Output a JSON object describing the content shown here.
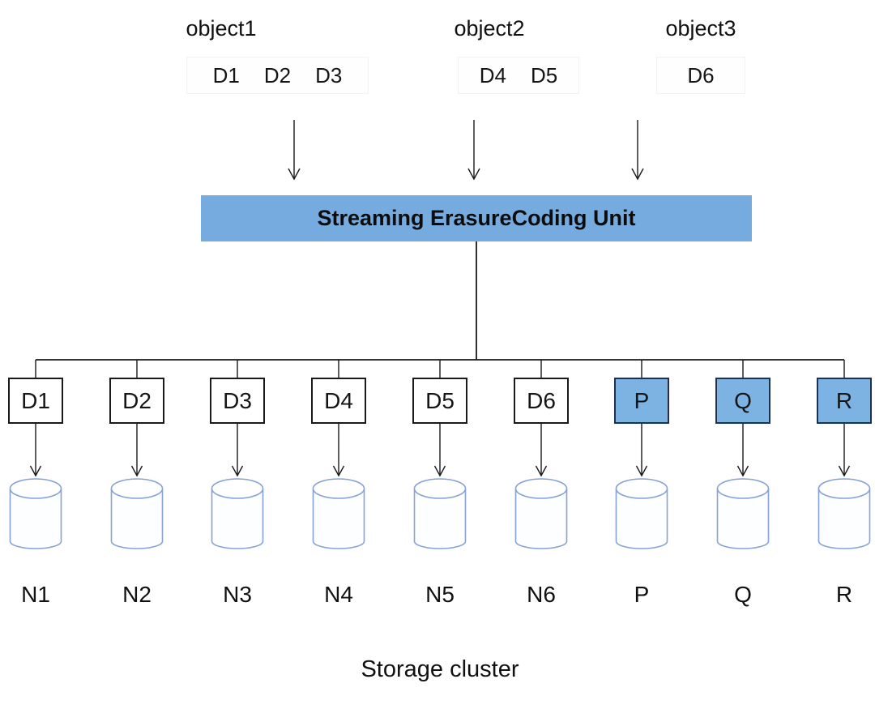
{
  "objects": [
    {
      "label": "object1",
      "chunks": [
        "D1",
        "D2",
        "D3"
      ]
    },
    {
      "label": "object2",
      "chunks": [
        "D4",
        "D5"
      ]
    },
    {
      "label": "object3",
      "chunks": [
        "D6"
      ]
    }
  ],
  "encoder": {
    "label": "Streaming ErasureCoding Unit"
  },
  "storage": {
    "caption": "Storage cluster",
    "columns": [
      {
        "chunk": "D1",
        "node": "N1",
        "type": "data"
      },
      {
        "chunk": "D2",
        "node": "N2",
        "type": "data"
      },
      {
        "chunk": "D3",
        "node": "N3",
        "type": "data"
      },
      {
        "chunk": "D4",
        "node": "N4",
        "type": "data"
      },
      {
        "chunk": "D5",
        "node": "N5",
        "type": "data"
      },
      {
        "chunk": "D6",
        "node": "N6",
        "type": "data"
      },
      {
        "chunk": "P",
        "node": "P",
        "type": "parity"
      },
      {
        "chunk": "Q",
        "node": "Q",
        "type": "parity"
      },
      {
        "chunk": "R",
        "node": "R",
        "type": "parity"
      }
    ]
  },
  "colors": {
    "banner_fill": "#76abdf",
    "parity_fill": "#7db3e2",
    "data_fill": "#ffffff",
    "cylinder_stroke": "#87a2d6",
    "line": "#1a1a1a"
  }
}
